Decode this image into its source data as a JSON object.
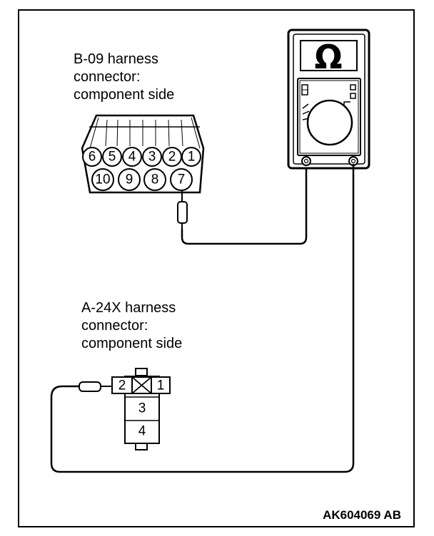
{
  "b09": {
    "label_lines": [
      "B-09 harness",
      "connector:",
      "component side"
    ],
    "pins_top": [
      "6",
      "5",
      "4",
      "3",
      "2",
      "1"
    ],
    "pins_bottom": [
      "10",
      "9",
      "8",
      "7"
    ]
  },
  "a24x": {
    "label_lines": [
      "A-24X harness",
      "connector:",
      "component side"
    ],
    "pins": [
      "2",
      "1",
      "3",
      "4"
    ]
  },
  "meter": {
    "unit_symbol": "Ω"
  },
  "figure_code": "AK604069 AB"
}
